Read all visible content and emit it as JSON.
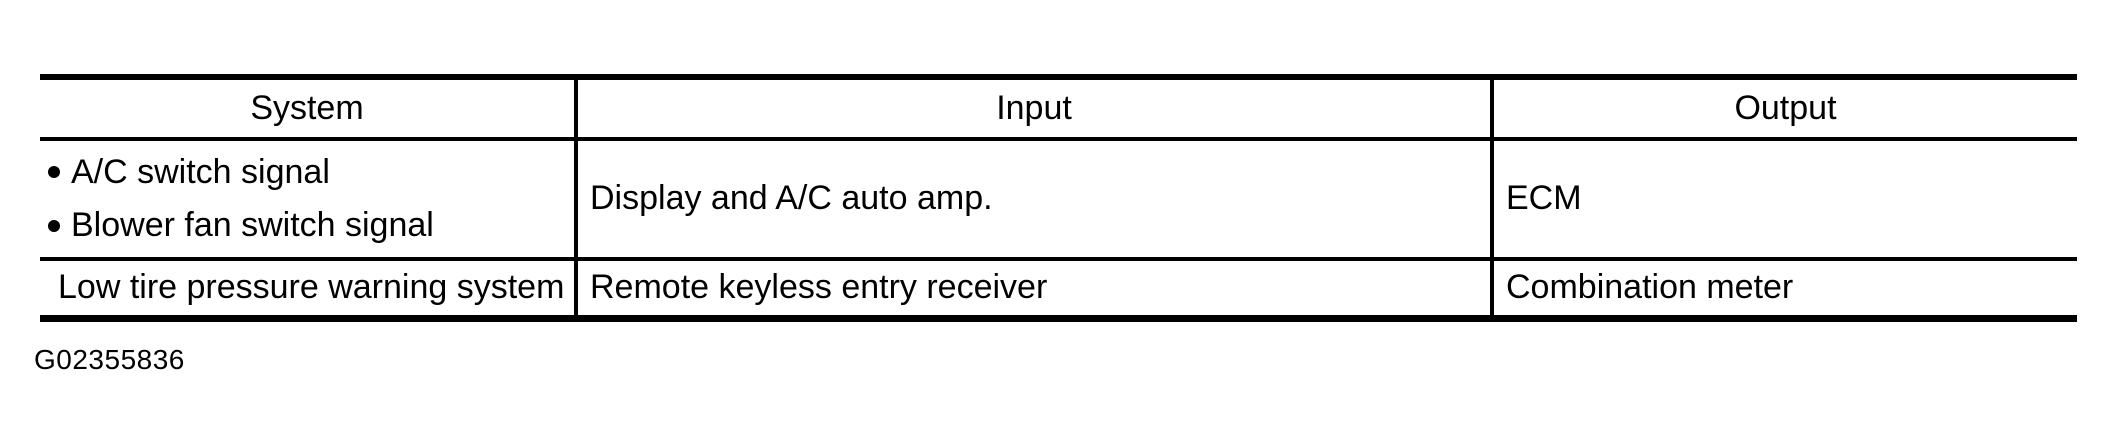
{
  "table": {
    "columns": [
      {
        "label": "System"
      },
      {
        "label": "Input"
      },
      {
        "label": "Output"
      }
    ],
    "rows": [
      {
        "system_items": [
          "A/C switch signal",
          "Blower fan switch signal"
        ],
        "input": "Display and A/C auto amp.",
        "output": "ECM"
      },
      {
        "system": "Low tire pressure warning system",
        "input": "Remote keyless entry receiver",
        "output": "Combination meter"
      }
    ]
  },
  "figure_id": "G02355836",
  "icons": {
    "bullet-icon": "●"
  },
  "colors": {
    "background": "#ffffff",
    "text": "#000000",
    "border": "#000000"
  }
}
